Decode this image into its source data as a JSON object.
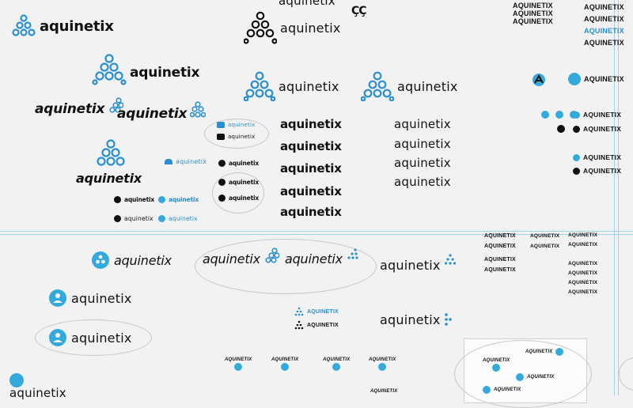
{
  "brand": {
    "name": "aquinetix",
    "name_caps": "AQUINETIX",
    "glyph": "ÇÇ",
    "colors": {
      "primary_blue": "#34aadc",
      "dark": "#111111",
      "guide": "#9fd3e8"
    }
  }
}
